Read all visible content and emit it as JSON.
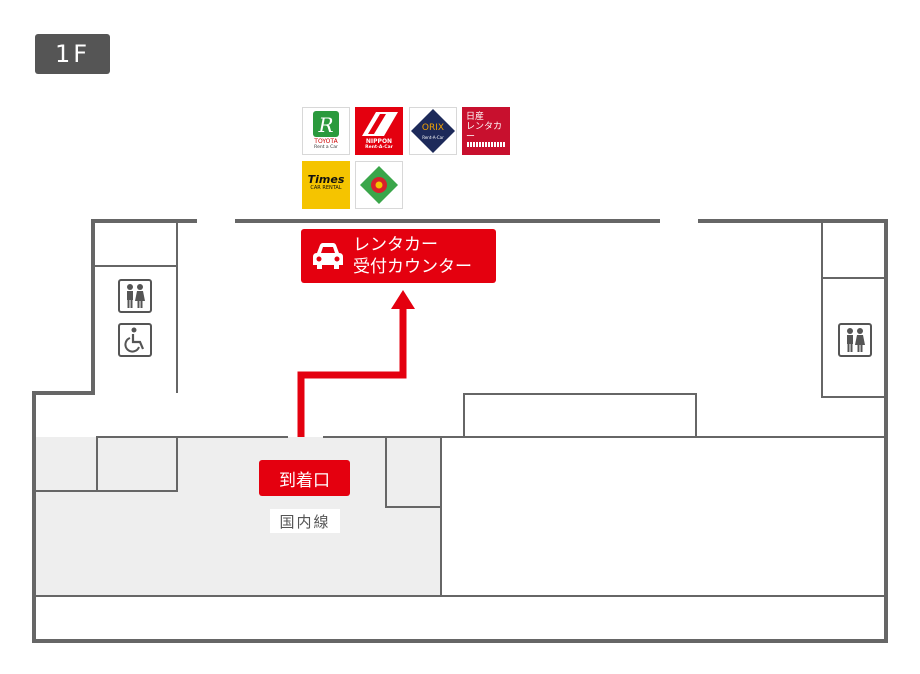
{
  "floor": {
    "label": "1F"
  },
  "rental_brands": [
    {
      "id": "toyota",
      "name_line1": "TOYOTA",
      "name_line2": "Rent a Car"
    },
    {
      "id": "nippon",
      "name_line1": "NIPPON",
      "name_line2": "Rent-A-Car"
    },
    {
      "id": "orix",
      "name_line1": "ORIX",
      "name_line2": "Rent-A-Car"
    },
    {
      "id": "nissan",
      "name_line1": "日産",
      "name_line2": "レンタカー"
    },
    {
      "id": "times",
      "name_line1": "Times",
      "name_line2": "CAR RENTAL"
    },
    {
      "id": "other",
      "name_line1": "",
      "name_line2": ""
    }
  ],
  "counter_sign": {
    "line1": "レンタカー",
    "line2": "受付カウンター",
    "icon": "car-icon"
  },
  "arrival_sign": {
    "label": "到着口"
  },
  "domestic_label": {
    "label": "国内線"
  },
  "icons": {
    "restroom": "restroom-icon",
    "accessible": "wheelchair-icon"
  },
  "colors": {
    "accent": "#e4000f",
    "wall": "#666666",
    "floor_gray": "#eeeeee",
    "badge": "#555555"
  }
}
